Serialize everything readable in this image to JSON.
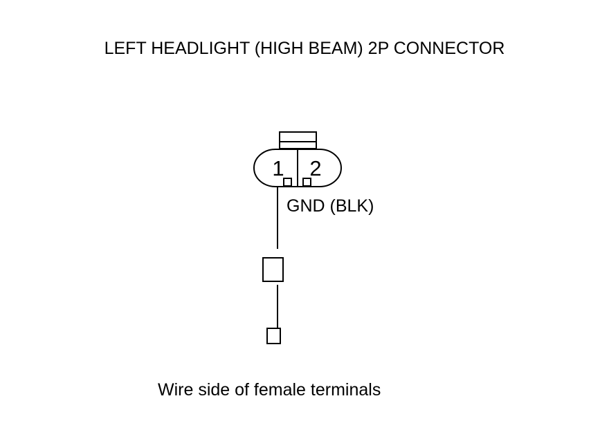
{
  "diagram": {
    "title": "LEFT HEADLIGHT (HIGH BEAM) 2P CONNECTOR",
    "connector": {
      "pins": [
        {
          "number": "1"
        },
        {
          "number": "2"
        }
      ]
    },
    "wire_label": "GND (BLK)",
    "caption": "Wire side of female terminals"
  }
}
